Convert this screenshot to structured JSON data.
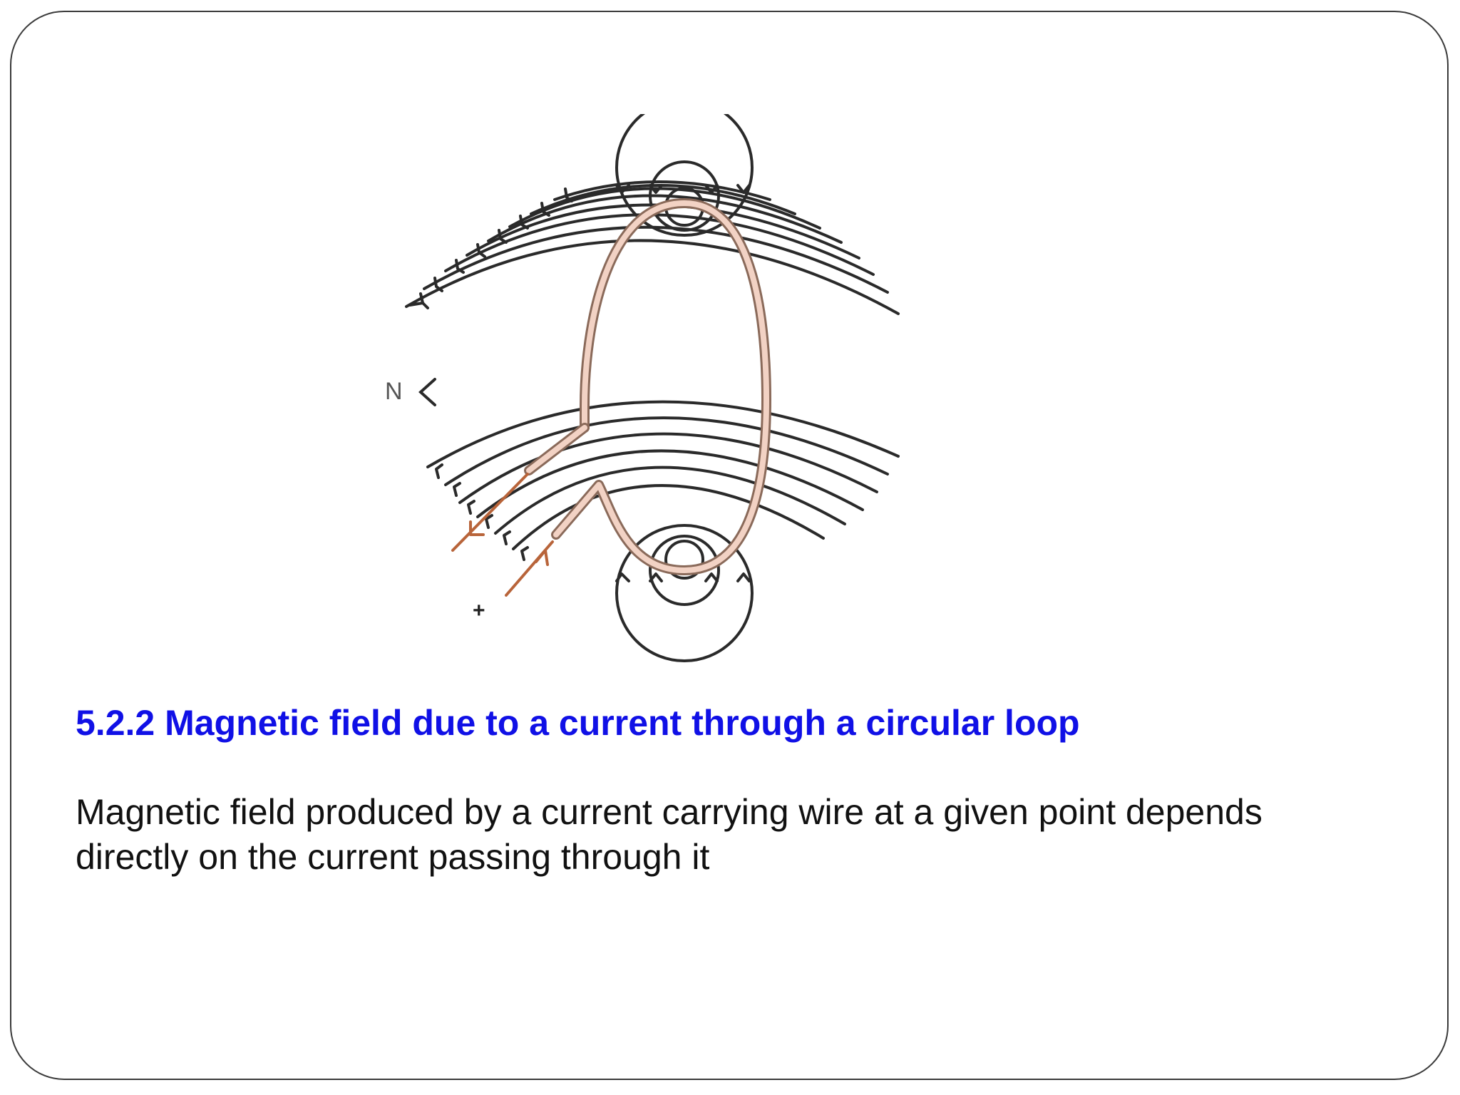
{
  "slide": {
    "heading": "5.2.2 Magnetic field due to a current through a circular loop",
    "body_lines": [
      "Magnetic field produced by a current carrying wire at a given point depends",
      "directly on the current passing through it"
    ]
  },
  "figure": {
    "north_label": "N",
    "plus_label": "+",
    "colors": {
      "field_lines": "#2a2a2a",
      "wire_fill": "#f2d2c4",
      "wire_outline": "#8a6a5a",
      "current_arrows": "#b8643a"
    }
  }
}
